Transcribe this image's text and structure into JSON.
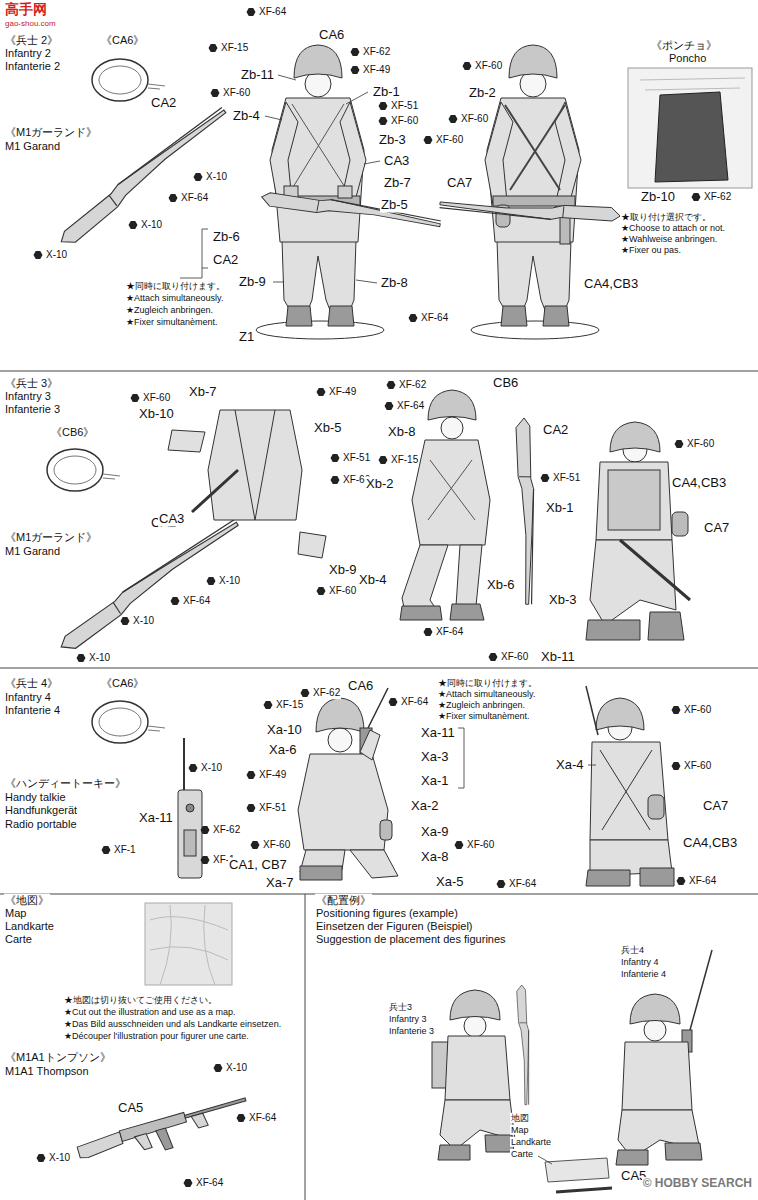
{
  "diagram": {
    "labels": [
      "高手网",
      "gao-shou.com",
      "《兵士 2》",
      "Infantry 2",
      "Infanterie 2",
      "《CA6》",
      "《M1ガーランド》",
      "M1 Garand",
      "CA2",
      "X-10",
      "XF-64",
      "X-10",
      "X-10",
      "XF-64",
      "CA6",
      "XF-15",
      "XF-62",
      "Zb-11",
      "XF-49",
      "Zb-1",
      "XF-60",
      "Zb-4",
      "XF-51",
      "XF-60",
      "Zb-3",
      "XF-60",
      "CA3",
      "Zb-7",
      "Zb-5",
      "Zb-6",
      "CA2",
      "★同時に取り付けます。",
      "★Attach simultaneously.",
      "★Zugleich anbringen.",
      "★Fixer simultanèment.",
      "Zb-9",
      "Zb-8",
      "XF-64",
      "Z1",
      "XF-60",
      "Zb-2",
      "XF-60",
      "CA7",
      "CA4,CB3",
      "《ポンチョ》",
      "Poncho",
      "Zb-10",
      "XF-62",
      "★取り付け選択です。",
      "★Choose to attach or not.",
      "★Wahlweise anbringen.",
      "★Fixer ou pas.",
      "《兵士 3》",
      "Infantry 3",
      "Infanterie 3",
      "《CB6》",
      "《M1ガーランド》",
      "M1 Garand",
      "CA2",
      "X-10",
      "XF-64",
      "X-10",
      "X-10",
      "XF-60",
      "Xb-7",
      "XF-49",
      "Xb-10",
      "Xb-5",
      "XF-51",
      "XF-60",
      "CA3",
      "Xb-9",
      "XF-60",
      "XF-62",
      "CB6",
      "XF-64",
      "Xb-8",
      "XF-15",
      "CA2",
      "Xb-2",
      "Xb-4",
      "Xb-6",
      "XF-64",
      "XF-60",
      "XF-51",
      "Xb-1",
      "CA4,CB3",
      "CA7",
      "Xb-3",
      "XF-60",
      "Xb-11",
      "《兵士 4》",
      "Infantry 4",
      "Infanterie 4",
      "《CA6》",
      "《ハンディートーキー》",
      "Handy talkie",
      "Handfunkgerät",
      "Radio portable",
      "X-10",
      "Xa-11",
      "XF-62",
      "XF-1",
      "XF-1",
      "XF-15",
      "XF-62",
      "CA6",
      "XF-64",
      "Xa-10",
      "Xa-11",
      "Xa-6",
      "Xa-3",
      "Xa-1",
      "XF-49",
      "Xa-2",
      "XF-51",
      "Xa-9",
      "XF-60",
      "XF-60",
      "Xa-8",
      "CA1, CB7",
      "Xa-7",
      "Xa-5",
      "★同時に取り付けます。",
      "★Attach simultaneously.",
      "★Zugleich anbringen.",
      "★Fixer simultanèment.",
      "XF-60",
      "Xa-4",
      "XF-60",
      "CA7",
      "CA4,CB3",
      "XF-64",
      "XF-64",
      "《地図》",
      "Map",
      "Landkarte",
      "Carte",
      "★地図は切り抜いてご使用ください。",
      "★Cut out the illustration and use as a map.",
      "★Das Bild ausschneiden und als Landkarte einsetzen.",
      "★Découper l'illustration pour figurer une carte.",
      "《M1A1トンプソン》",
      "M1A1 Thompson",
      "X-10",
      "CA5",
      "XF-64",
      "X-10",
      "XF-64",
      "《配置例》",
      "Positioning figures (example)",
      "Einsetzen der Figuren (Beispiel)",
      "Suggestion de placement des figurines",
      "兵士3",
      "Infantry 3",
      "Infanterie 3",
      "兵士4",
      "Infantry 4",
      "Infanterie 4",
      "地図",
      "Map",
      "Landkarte",
      "Carte",
      "CA5",
      "© HOBBY SEARCH"
    ]
  }
}
